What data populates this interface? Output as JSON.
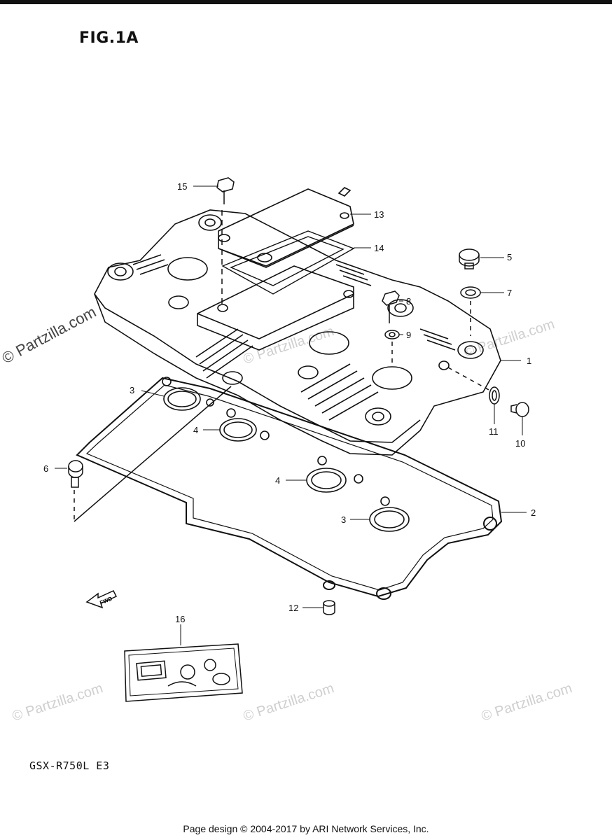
{
  "figure": {
    "title": "FIG.1A",
    "model": "GSX-R750L  E3"
  },
  "footer": {
    "copyright": "Page design © 2004-2017 by ARI Network Services, Inc."
  },
  "watermark": {
    "text": "© Partzilla.com",
    "color": "#cfcfcf"
  },
  "fwd_label": "FWD",
  "callouts": [
    "15",
    "13",
    "14",
    "5",
    "7",
    "8",
    "9",
    "1",
    "3",
    "4",
    "11",
    "10",
    "6",
    "4",
    "2",
    "3",
    "12",
    "16"
  ]
}
